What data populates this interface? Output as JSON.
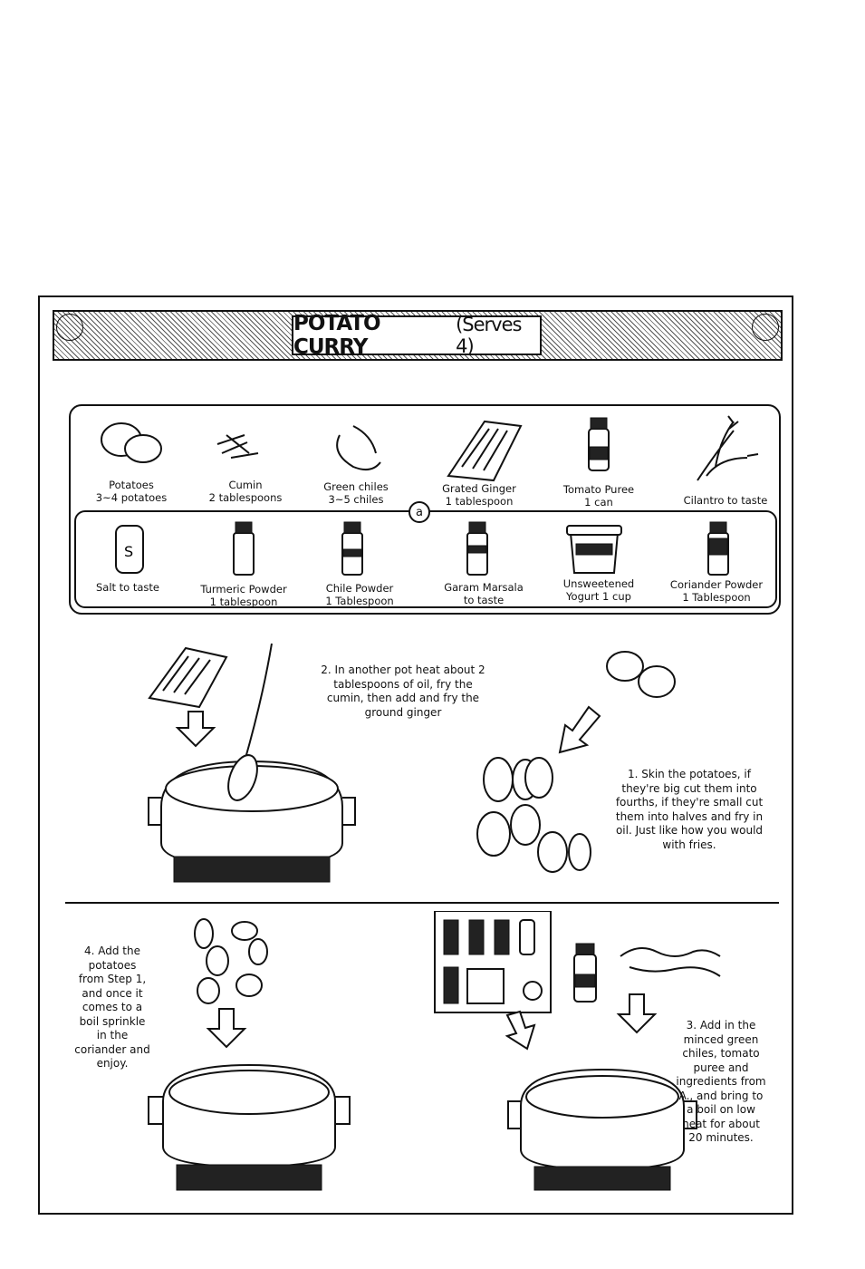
{
  "recipe": {
    "title": "POTATO CURRY",
    "serves": "(Serves 4)"
  },
  "ingredients": [
    {
      "name": "Potatoes",
      "amount": "3~4 potatoes",
      "icon": "potatoes-icon"
    },
    {
      "name": "Cumin",
      "amount": "2 tablespoons",
      "icon": "cumin-icon"
    },
    {
      "name": "Green chiles",
      "amount": "3~5 chiles",
      "icon": "chiles-icon"
    },
    {
      "name": "Grated Ginger",
      "amount": "1 tablespoon",
      "icon": "grater-icon"
    },
    {
      "name": "Tomato Puree",
      "amount": "1 can",
      "icon": "bottle-icon"
    },
    {
      "name": "Cilantro to taste",
      "amount": "",
      "icon": "cilantro-icon"
    }
  ],
  "group_a": {
    "marker": "a",
    "ingredients": [
      {
        "name": "Salt to taste",
        "amount": "",
        "icon": "salt-shaker-icon"
      },
      {
        "name": "Turmeric Powder",
        "amount": "1 tablespoon",
        "icon": "spice-jar-icon"
      },
      {
        "name": "Chile Powder",
        "amount": "1 Tablespoon",
        "icon": "spice-jar-icon"
      },
      {
        "name": "Garam Marsala",
        "amount": "to taste",
        "icon": "spice-jar-icon"
      },
      {
        "name": "Unsweetened",
        "amount": "Yogurt 1 cup",
        "icon": "yogurt-tub-icon"
      },
      {
        "name": "Coriander Powder",
        "amount": "1 Tablespoon",
        "icon": "spice-jar-icon"
      }
    ]
  },
  "steps": {
    "step1": "1. Skin the potatoes, if they're big cut them into fourths, if they're small cut them into halves and fry in oil. Just like how you would with fries.",
    "step2": "2. In another pot heat about 2 tablespoons of oil, fry the cumin, then add and fry the ground ginger",
    "step3": "3. Add in the minced green chiles, tomato puree and ingredients from A., and bring to a boil on low heat for about 20 minutes.",
    "step4": "4. Add the potatoes from Step 1, and once it comes to a boil sprinkle in the coriander and enjoy."
  }
}
